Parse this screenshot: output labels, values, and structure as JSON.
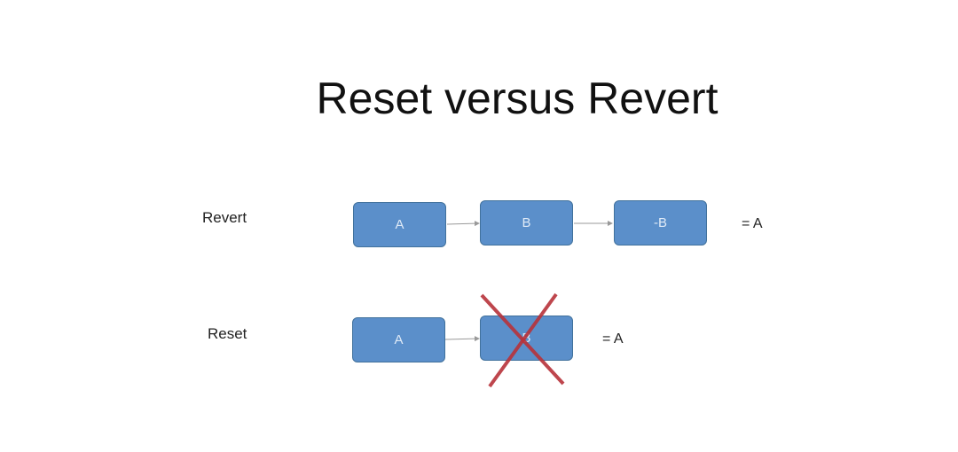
{
  "title": "Reset versus Revert",
  "rows": [
    {
      "label": "Revert",
      "boxes": [
        "A",
        "B",
        "-B"
      ],
      "result": "= A"
    },
    {
      "label": "Reset",
      "boxes": [
        "A",
        "B"
      ],
      "result": "= A",
      "crossed_out": "B"
    }
  ],
  "colors": {
    "box": "#5b8fca",
    "cross": "#b8323a"
  }
}
